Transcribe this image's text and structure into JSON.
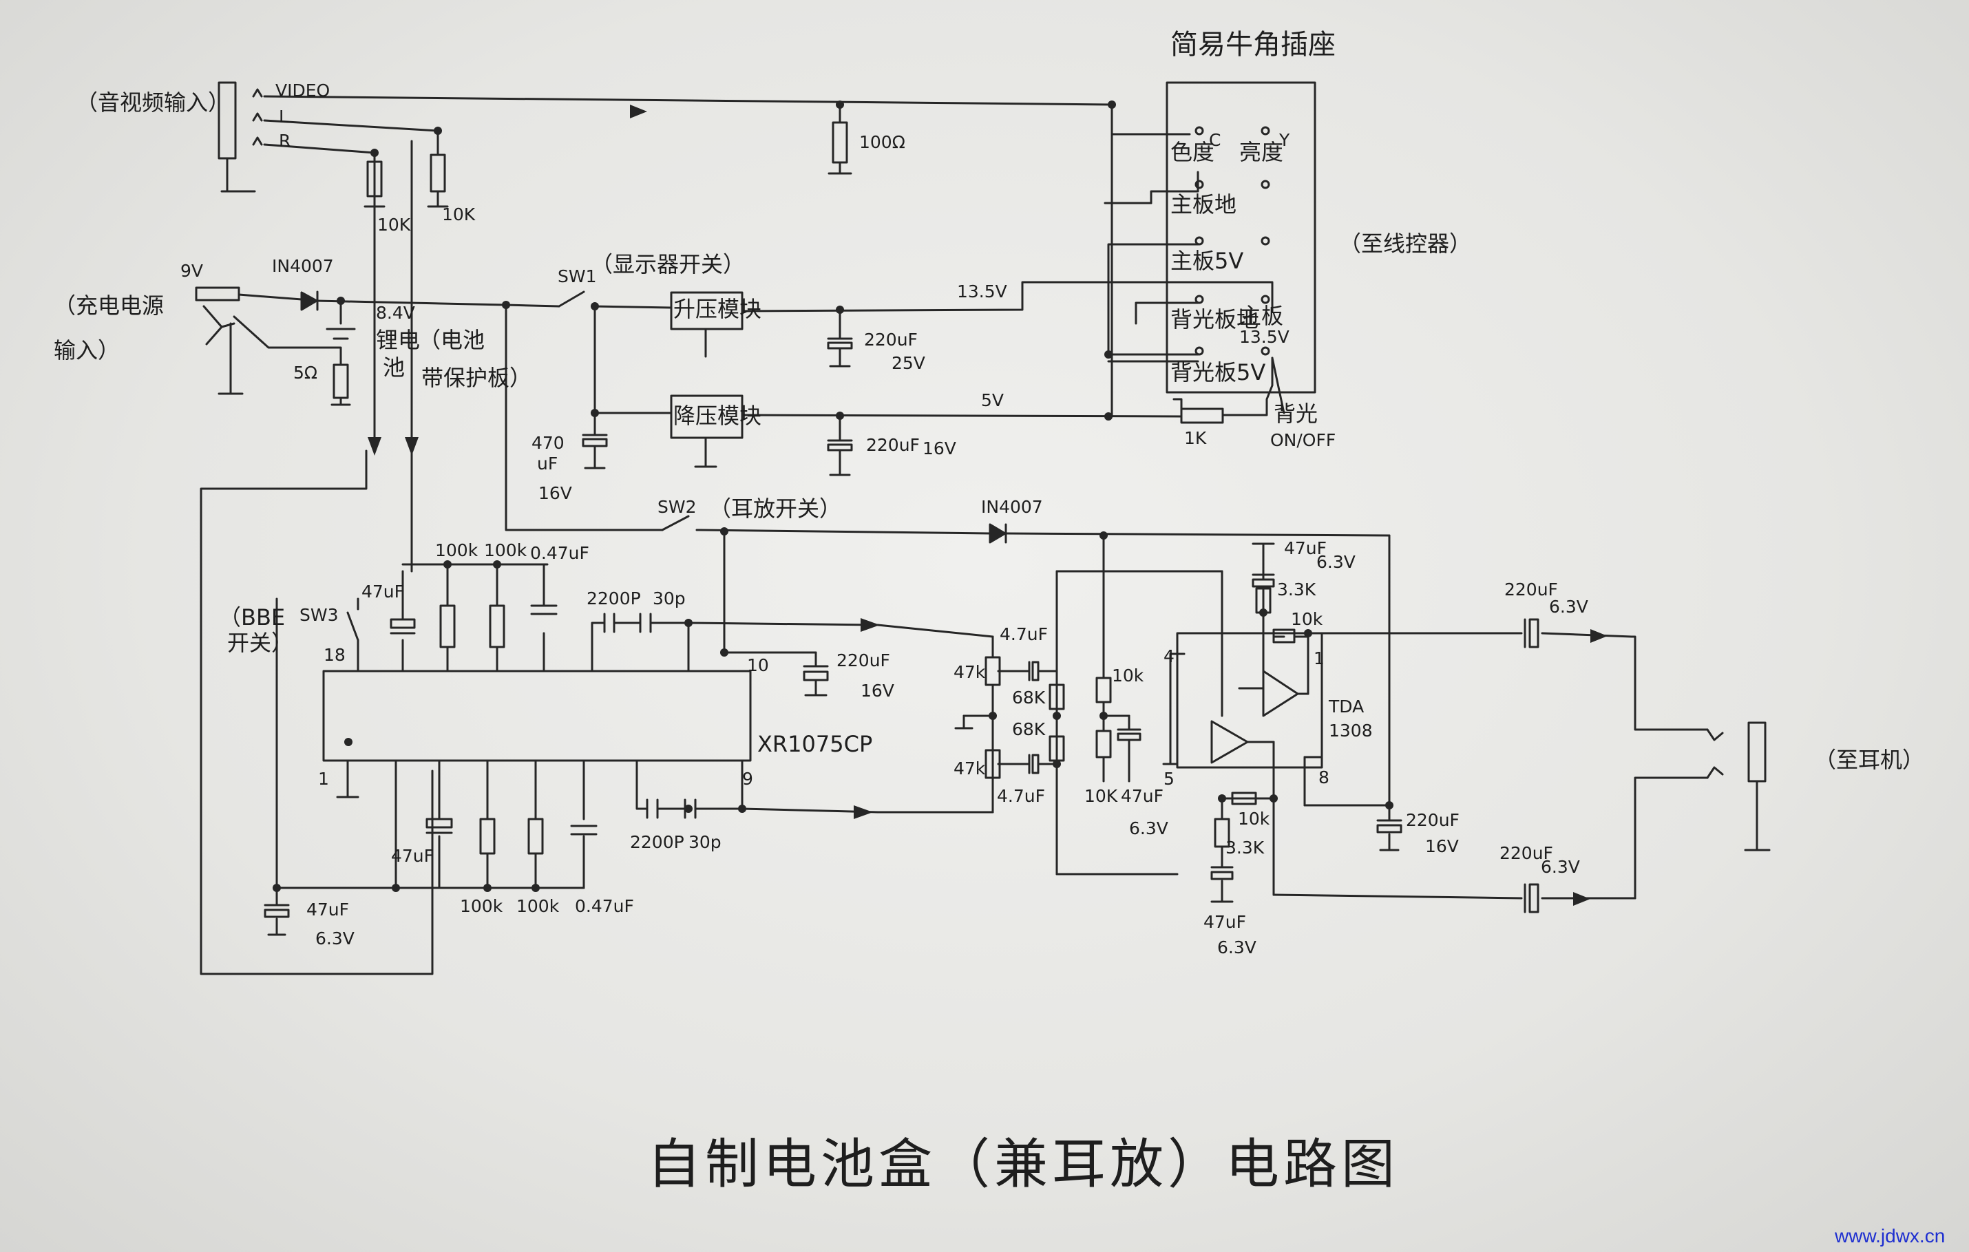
{
  "title": "自制电池盒（兼耳放）电路图",
  "watermark": "www.jdwx.cn",
  "inputs": {
    "av_input": "（音视频输入）",
    "video": "VIDEO",
    "l": "L",
    "r": "R",
    "charge_input_1": "（充电电源",
    "charge_input_2": "输入）",
    "charge_voltage": "9V"
  },
  "connector": {
    "title": "简易牛角插座",
    "to_controller": "（至线控器）",
    "chroma": "色度",
    "c": "C",
    "luma": "亮度",
    "y": "Y",
    "main_gnd": "主板地",
    "main_5v": "主板5V",
    "backlight_gnd": "背光板地",
    "main_135": "主板",
    "v135b": "13.5V",
    "backlight_5v": "背光板5V",
    "backlight": "背光",
    "onoff": "ON/OFF"
  },
  "power": {
    "diode1": "IN4007",
    "r5": "5Ω",
    "battery_v": "8.4V",
    "battery_1": "锂电",
    "battery_2": "池",
    "battery_note_1": "（电池",
    "battery_note_2": "带保护板）",
    "sw1": "SW1",
    "sw1_note": "（显示器开关）",
    "boost": "升压模块",
    "buck": "降压模块",
    "v135": "13.5V",
    "v5": "5V",
    "c_boost_1": "220uF",
    "c_boost_2": "25V",
    "c_buck_1": "220uF",
    "c_buck_2": "16V",
    "c470_1": "470",
    "c470_2": "uF",
    "c470_3": "16V",
    "r100": "100Ω",
    "r10k_a": "10K",
    "r10k_b": "10K",
    "r1k": "1K"
  },
  "headphone": {
    "sw2": "SW2",
    "sw2_note": "（耳放开关）",
    "diode2": "IN4007",
    "bbe_1": "（BBE",
    "bbe_2": "开关）",
    "sw3": "SW3",
    "ic1": "XR1075CP",
    "ic2_1": "TDA",
    "ic2_2": "1308",
    "pin1": "1",
    "pin4": "4",
    "pin5": "5",
    "pin8": "8",
    "pin9": "9",
    "pin10": "10",
    "pin18": "18",
    "pin_1": "1",
    "to_headphone": "（至耳机）",
    "c47uf": "47uF",
    "c47uf_b": "47uF",
    "r100k_1": "100k",
    "r100k_2": "100k",
    "c047_top": "0.47uF",
    "r100k_3": "100k",
    "r100k_4": "100k",
    "c047_bot": "0.47uF",
    "c2200p_top": "2200P",
    "c30p_top": "30p",
    "c2200p_bot": "2200P",
    "c30p_bot": "30p",
    "c220_16_1": "220uF",
    "c220_16_2": "16V",
    "c47_63_1": "47uF",
    "c47_63_2": "6.3V",
    "c47_sa": "4.7uF",
    "c47_sb": "4.7uF",
    "r47k_a": "47k",
    "r47k_b": "47k",
    "r68k_a": "68K",
    "r68k_b": "68K",
    "r10k_1": "10k",
    "r10k_2": "10K",
    "c47_m_1": "47uF",
    "c47_m_2": "6.3V",
    "c47_t_1": "47uF",
    "c47_t_2": "6.3V",
    "r33k_a": "3.3K",
    "r10k_c": "10k",
    "r10k_d": "10k",
    "r33k_b": "3.3K",
    "c47_b_1": "47uF",
    "c47_b_2": "6.3V",
    "c220_o_1": "220uF",
    "c220_o_2": "16V",
    "c_out1_1": "220uF",
    "c_out1_2": "6.3V",
    "c_out2_1": "220uF",
    "c_out2_2": "6.3V"
  }
}
